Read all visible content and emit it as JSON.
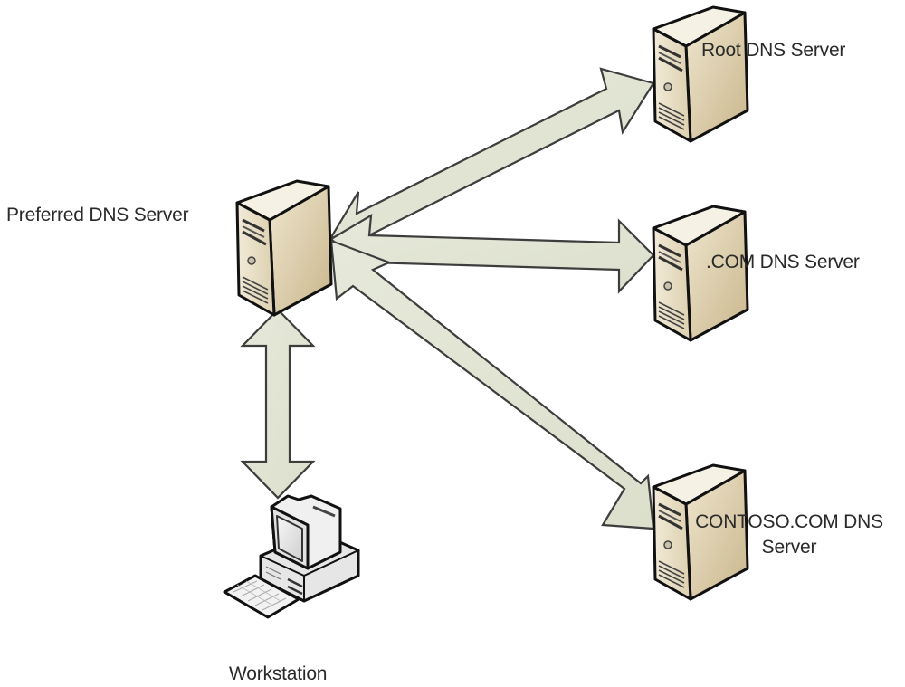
{
  "diagram": {
    "title": "DNS recursive query resolution",
    "nodes": [
      {
        "id": "root",
        "type": "server",
        "label": "Root DNS Server"
      },
      {
        "id": "preferred",
        "type": "server",
        "label": "Preferred DNS Server"
      },
      {
        "id": "com",
        "type": "server",
        "label": ".COM DNS Server"
      },
      {
        "id": "contoso",
        "type": "server",
        "label": "CONTOSO.COM DNS Server"
      },
      {
        "id": "workstation",
        "type": "workstation",
        "label": "Workstation"
      }
    ],
    "edges": [
      {
        "from": "preferred",
        "to": "root",
        "direction": "bidirectional"
      },
      {
        "from": "preferred",
        "to": "com",
        "direction": "bidirectional"
      },
      {
        "from": "preferred",
        "to": "contoso",
        "direction": "bidirectional"
      },
      {
        "from": "preferred",
        "to": "workstation",
        "direction": "bidirectional"
      }
    ],
    "colors": {
      "arrow_fill": "#e3e6d6",
      "arrow_stroke": "#3d3d3d",
      "server_front": "#e9e0c9",
      "server_side": "#d8c9a5",
      "server_top": "#f3eee0",
      "outline": "#111111",
      "workstation_body": "#eeeeee",
      "text": "#2a2a2a"
    }
  }
}
